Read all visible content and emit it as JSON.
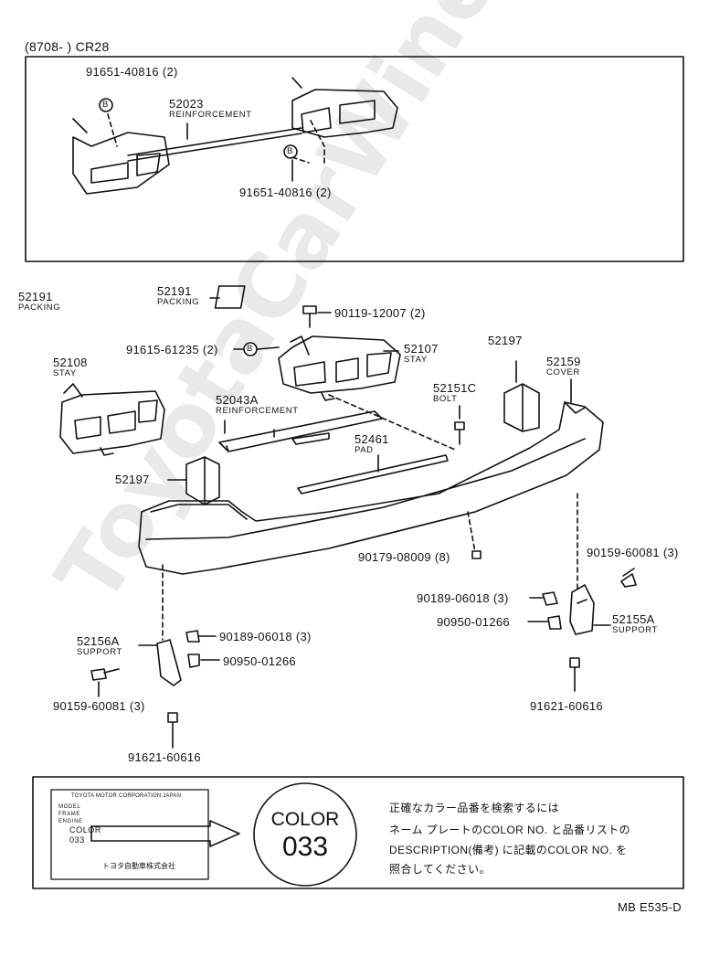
{
  "header": {
    "range": "(8708-        ) CR28"
  },
  "inset": {
    "part_bolt_top": "91651-40816 (2)",
    "reinf_num": "52023",
    "reinf_name": "REINFORCEMENT",
    "part_bolt_bottom": "91651-40816 (2)",
    "marker": "B"
  },
  "parts": {
    "packing_left_num": "52191",
    "packing_left_name": "PACKING",
    "packing_top_num": "52191",
    "packing_top_name": "PACKING",
    "bolt_12007": "90119-12007 (2)",
    "bolt_61235": "91615-61235 (2)",
    "marker": "B",
    "stay_r_num": "52107",
    "stay_r_name": "STAY",
    "stay_l_num": "52108",
    "stay_l_name": "STAY",
    "spacer_r": "52197",
    "cover_num": "52159",
    "cover_name": "COVER",
    "reinf_num": "52043A",
    "reinf_name": "REINFORCEMENT",
    "bolt_num": "52151C",
    "bolt_name": "BOLT",
    "pad_num": "52461",
    "pad_name": "PAD",
    "spacer_l": "52197",
    "clip_08009": "90179-08009 (8)",
    "screw_60081_r": "90159-60081 (3)",
    "nut_06018_r": "90189-06018 (3)",
    "nut_01266_r": "90950-01266",
    "support_r_num": "52155A",
    "support_r_name": "SUPPORT",
    "support_l_num": "52156A",
    "support_l_name": "SUPPORT",
    "nut_06018_l": "90189-06018 (3)",
    "nut_01266_l": "90950-01266",
    "screw_60081_l": "90159-60081 (3)",
    "bolt_60616_l": "91621-60616",
    "bolt_60616_r": "91621-60616"
  },
  "color_box": {
    "plate_lines": [
      "TOYOTA MOTOR CORPORATION JAPAN",
      "MODEL",
      "FRAME",
      "ENGINE"
    ],
    "plate_color_label": "COLOR",
    "plate_color_value": "033",
    "plate_maker": "トヨタ自動車株式会社",
    "circle_label": "COLOR",
    "circle_value": "033",
    "note_lines": [
      "正確なカラー品番を検索するには",
      "ネーム プレートのCOLOR NO. と品番リストの",
      "DESCRIPTION(備考) に記載のCOLOR NO. を",
      "照合してください。"
    ]
  },
  "footer": {
    "code": "MB E535-D"
  },
  "watermark": "ToyotaCarWine.ru"
}
